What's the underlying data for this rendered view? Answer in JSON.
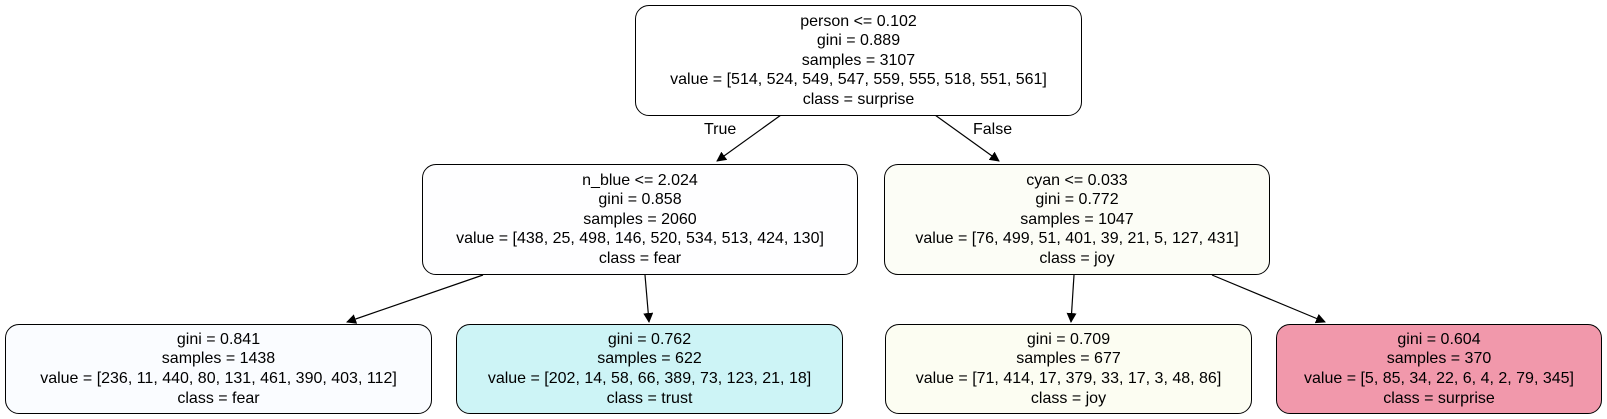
{
  "colors": {
    "edge": "#000000",
    "node_border": "#000000"
  },
  "nodes": {
    "root": {
      "split": "person <= 0.102",
      "gini": "gini = 0.889",
      "samples": "samples = 3107",
      "value": "value = [514, 524, 549, 547, 559, 555, 518, 551, 561]",
      "class": "class = surprise",
      "fill": "#ffffff"
    },
    "left": {
      "split": "n_blue <= 2.024",
      "gini": "gini = 0.858",
      "samples": "samples = 2060",
      "value": "value = [438, 25, 498, 146, 520, 534, 513, 424, 130]",
      "class": "class = fear",
      "fill": "#fefeff"
    },
    "right": {
      "split": "cyan <= 0.033",
      "gini": "gini = 0.772",
      "samples": "samples = 1047",
      "value": "value = [76, 499, 51, 401, 39, 21, 5, 127, 431]",
      "class": "class = joy",
      "fill": "#fcfdf6"
    },
    "left_left": {
      "gini": "gini = 0.841",
      "samples": "samples = 1438",
      "value": "value = [236, 11, 440, 80, 131, 461, 390, 403, 112]",
      "class": "class = fear",
      "fill": "#fafcff"
    },
    "left_right": {
      "gini": "gini = 0.762",
      "samples": "samples = 622",
      "value": "value = [202, 14, 58, 66, 389, 73, 123, 21, 18]",
      "class": "class = trust",
      "fill": "#cdf4f6"
    },
    "right_left": {
      "gini": "gini = 0.709",
      "samples": "samples = 677",
      "value": "value = [71, 414, 17, 379, 33, 17, 3, 48, 86]",
      "class": "class = joy",
      "fill": "#fcfdf2"
    },
    "right_right": {
      "gini": "gini = 0.604",
      "samples": "samples = 370",
      "value": "value = [5, 85, 34, 22, 6, 4, 2, 79, 345]",
      "class": "class = surprise",
      "fill": "#f198ab"
    }
  },
  "edge_labels": {
    "true": "True",
    "false": "False"
  }
}
